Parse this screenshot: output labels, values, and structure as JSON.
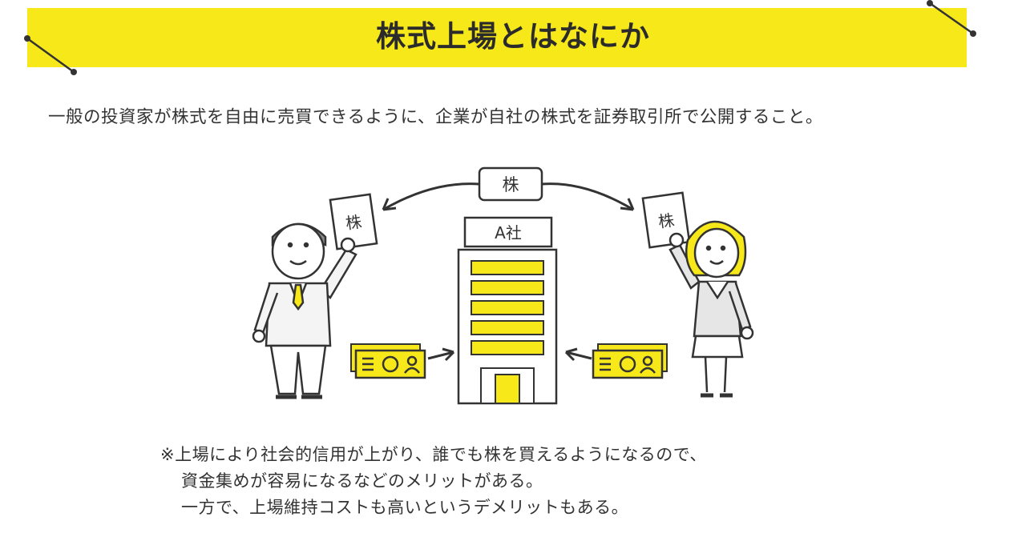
{
  "title": "株式上場とはなにか",
  "lead": "一般の投資家が株式を自由に売買できるように、企業が自社の株式を証券取引所で公開すること。",
  "diagram": {
    "top_label": "株",
    "company_label": "A社",
    "left_paper_label": "株",
    "right_paper_label": "株",
    "colors": {
      "accent": "#f7e81a",
      "ink": "#333333",
      "suit": "#f4f4f4"
    }
  },
  "note": {
    "lines": [
      "※上場により社会的信用が上がり、誰でも株を買えるようになるので、",
      "資金集めが容易になるなどのメリットがある。",
      "一方で、上場維持コストも高いというデメリットもある。"
    ]
  }
}
